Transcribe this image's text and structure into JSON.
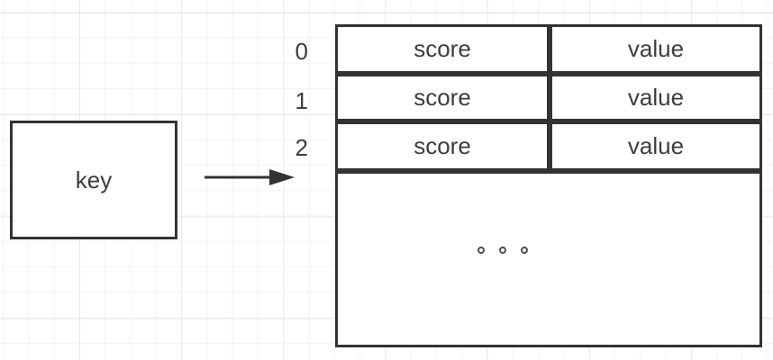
{
  "diagram": {
    "key_box": {
      "label": "key"
    },
    "arrow": {
      "direction": "right"
    },
    "table": {
      "rows": [
        {
          "index": "0",
          "score": "score",
          "value": "value"
        },
        {
          "index": "1",
          "score": "score",
          "value": "value"
        },
        {
          "index": "2",
          "score": "score",
          "value": "value"
        }
      ],
      "ellipsis_dots": 3
    },
    "colors": {
      "stroke": "#333333",
      "text": "#3d3d3d",
      "background": "#ffffff",
      "grid_minor": "#f3f3f3",
      "grid_major": "#e9e9e9"
    }
  }
}
